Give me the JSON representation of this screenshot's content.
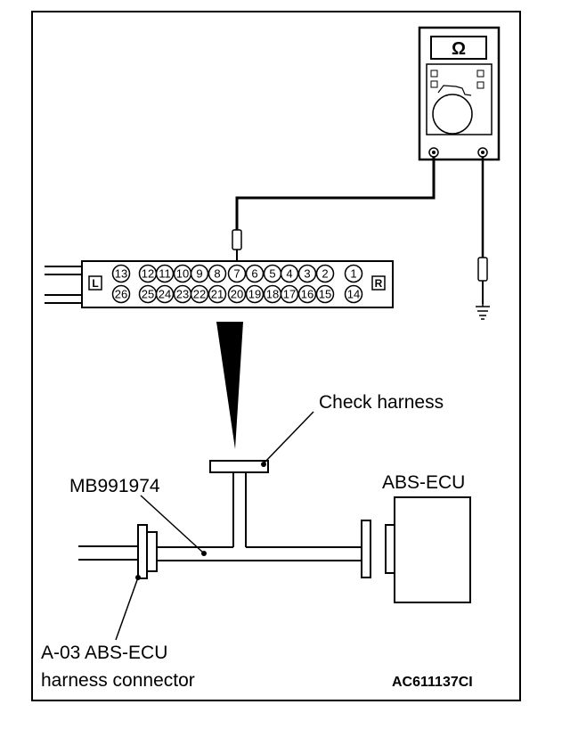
{
  "meter": {
    "symbol": "Ω"
  },
  "connector": {
    "left_tag": "L",
    "right_tag": "R",
    "top_pins": [
      "13",
      "12",
      "11",
      "10",
      "9",
      "8",
      "7",
      "6",
      "5",
      "4",
      "3",
      "2",
      "1"
    ],
    "bottom_pins": [
      "26",
      "25",
      "24",
      "23",
      "22",
      "21",
      "20",
      "19",
      "18",
      "17",
      "16",
      "15",
      "14"
    ]
  },
  "labels": {
    "check_harness": "Check harness",
    "tool_number": "MB991974",
    "ecu": "ABS-ECU",
    "harness_connector_line1": "A-03 ABS-ECU",
    "harness_connector_line2": "harness connector",
    "figure_code": "AC611137CI"
  },
  "colors": {
    "ink": "#000000",
    "paper": "#ffffff"
  }
}
